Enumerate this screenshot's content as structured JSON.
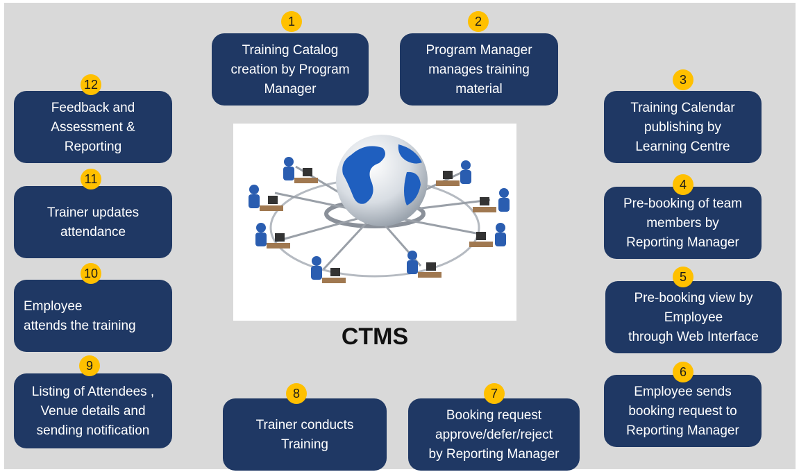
{
  "title": "CTMS",
  "colors": {
    "box": "#1f3864",
    "badge": "#ffc000",
    "background": "#d9d9d9"
  },
  "steps": [
    {
      "num": "1",
      "text": "Training Catalog\ncreation by Program\nManager"
    },
    {
      "num": "2",
      "text": "Program Manager\nmanages training\nmaterial"
    },
    {
      "num": "3",
      "text": "Training Calendar\npublishing by\nLearning Centre"
    },
    {
      "num": "4",
      "text": "Pre-booking of team\nmembers by\nReporting Manager"
    },
    {
      "num": "5",
      "text": "Pre-booking view by\nEmployee\nthrough Web Interface"
    },
    {
      "num": "6",
      "text": "Employee sends\nbooking request to\nReporting Manager"
    },
    {
      "num": "7",
      "text": "Booking request\napprove/defer/reject\nby Reporting Manager"
    },
    {
      "num": "8",
      "text": "Trainer conducts\nTraining"
    },
    {
      "num": "9",
      "text": "Listing of Attendees ,\nVenue details  and\nsending notification"
    },
    {
      "num": "10",
      "text": "Employee\nattends the training"
    },
    {
      "num": "11",
      "text": "Trainer updates\nattendance"
    },
    {
      "num": "12",
      "text": "Feedback and\nAssessment &\nReporting"
    }
  ]
}
